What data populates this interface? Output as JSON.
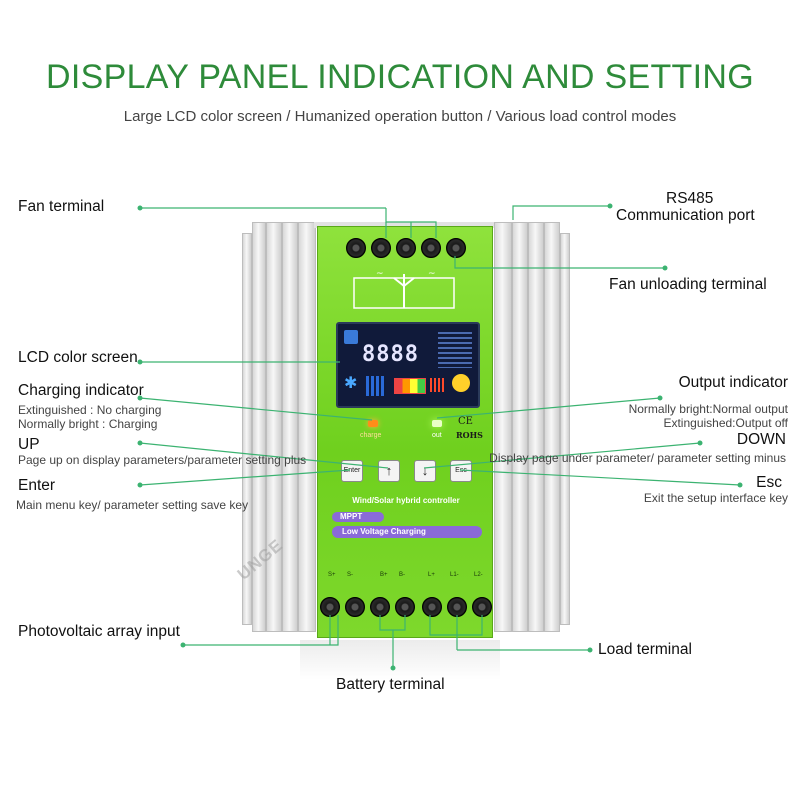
{
  "header": {
    "title": "DISPLAY PANEL INDICATION AND SETTING",
    "subtitle": "Large LCD color screen / Humanized operation button / Various load control modes"
  },
  "callouts": {
    "fan_terminal": "Fan terminal",
    "rs485_line1": "RS485",
    "rs485_line2": "Communication port",
    "fan_unloading": "Fan unloading terminal",
    "lcd_screen": "LCD color screen",
    "charging_indicator": "Charging indicator",
    "charging_desc1": "Extinguished : No charging",
    "charging_desc2": "Normally bright : Charging",
    "output_indicator": "Output indicator",
    "output_desc1": "Normally bright:Normal output",
    "output_desc2": "Extinguished:Output off",
    "up": "UP",
    "up_desc": "Page up on display parameters/parameter setting plus",
    "down": "DOWN",
    "down_desc": "Display page under parameter/ parameter setting minus",
    "enter": "Enter",
    "enter_desc": "Main menu key/ parameter setting save key",
    "esc": "Esc",
    "esc_desc": "Exit the setup interface key",
    "pv_input": "Photovoltaic array input",
    "load_terminal": "Load terminal",
    "battery_terminal": "Battery terminal"
  },
  "device": {
    "lcd_digits": "8888",
    "charge_label": "charge",
    "out_label": "out",
    "ce_mark": "CE",
    "rohs_mark": "ROHS",
    "enter_btn": "Enter",
    "up_btn": "↑",
    "down_btn": "↓",
    "esc_btn": "Esc",
    "product_name": "Wind/Solar hybrid controller",
    "mppt_label": "MPPT",
    "low_voltage_label": "Low Voltage Charging",
    "terminal_labels": [
      "S+",
      "S-",
      "B+",
      "B-",
      "L+",
      "L1-",
      "L2-"
    ],
    "watermark": "UNGE"
  },
  "colors": {
    "title_green": "#2e8b3a",
    "callout_line": "#3cb371",
    "panel_green": "#7ed82c",
    "charge_led": "#ff8c1a",
    "out_led": "#7cfc3c"
  }
}
